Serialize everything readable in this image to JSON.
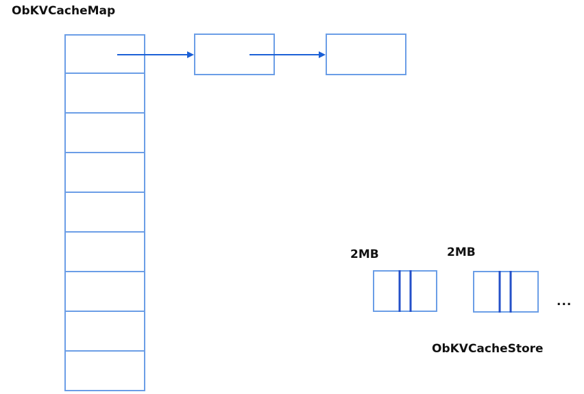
{
  "map": {
    "title": "ObKVCacheMap",
    "bucket_count": 9
  },
  "chain": {
    "node_count": 2
  },
  "store": {
    "title": "ObKVCacheStore",
    "chunks": [
      {
        "size_label": "2MB"
      },
      {
        "size_label": "2MB"
      }
    ],
    "more_label": "..."
  },
  "colors": {
    "box_border": "#6a9de6",
    "arrow": "#1a5fd6",
    "divider": "#2450c8",
    "text": "#111111"
  }
}
